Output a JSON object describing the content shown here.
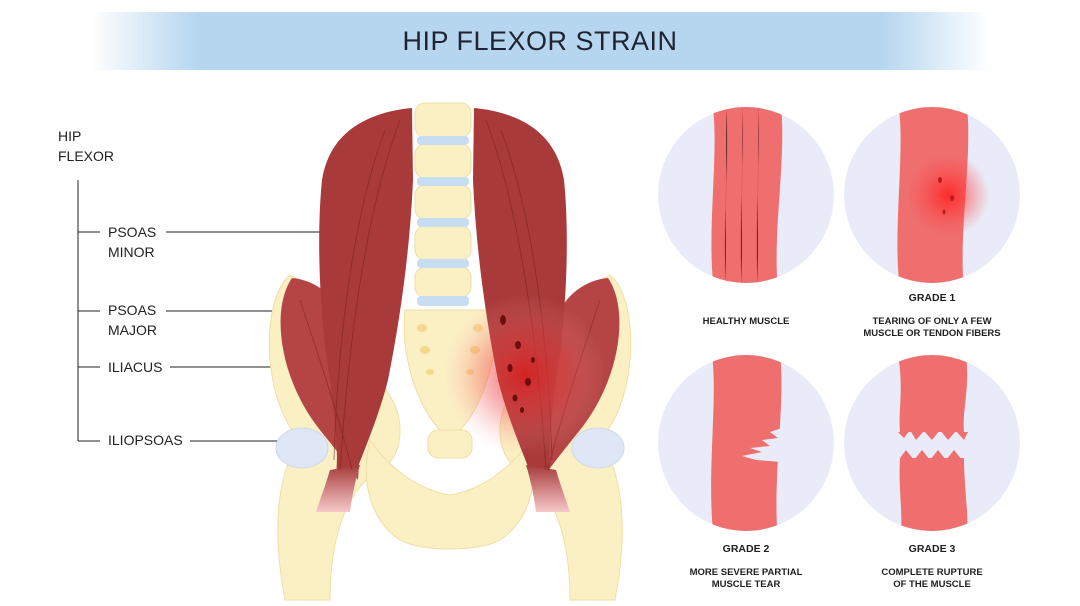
{
  "title": "HIP FLEXOR STRAIN",
  "hip_flexor_label": [
    "HIP",
    "FLEXOR"
  ],
  "muscles": [
    {
      "lines": [
        "PSOAS",
        "MINOR"
      ]
    },
    {
      "lines": [
        "PSOAS",
        "MAJOR"
      ]
    },
    {
      "lines": [
        "ILIACUS"
      ]
    },
    {
      "lines": [
        "ILIOPSOAS"
      ]
    }
  ],
  "panels": [
    {
      "grade": "",
      "caption": [
        "HEALTHY MUSCLE"
      ]
    },
    {
      "grade": "GRADE 1",
      "caption": [
        "TEARING OF ONLY A FEW",
        "MUSCLE OR TENDON FIBERS"
      ]
    },
    {
      "grade": "GRADE 2",
      "caption": [
        "MORE SEVERE PARTIAL",
        "MUSCLE TEAR"
      ]
    },
    {
      "grade": "GRADE 3",
      "caption": [
        "COMPLETE RUPTURE",
        "OF THE MUSCLE"
      ]
    }
  ],
  "colors": {
    "banner": "#b6d6f0",
    "muscle_dark": "#a83a3a",
    "muscle_light": "#ef6f6f",
    "bone": "#fbefc4",
    "disc": "#c7ddf2",
    "circle_bg": "#e9ecf8",
    "injury": "#e01b1b"
  }
}
